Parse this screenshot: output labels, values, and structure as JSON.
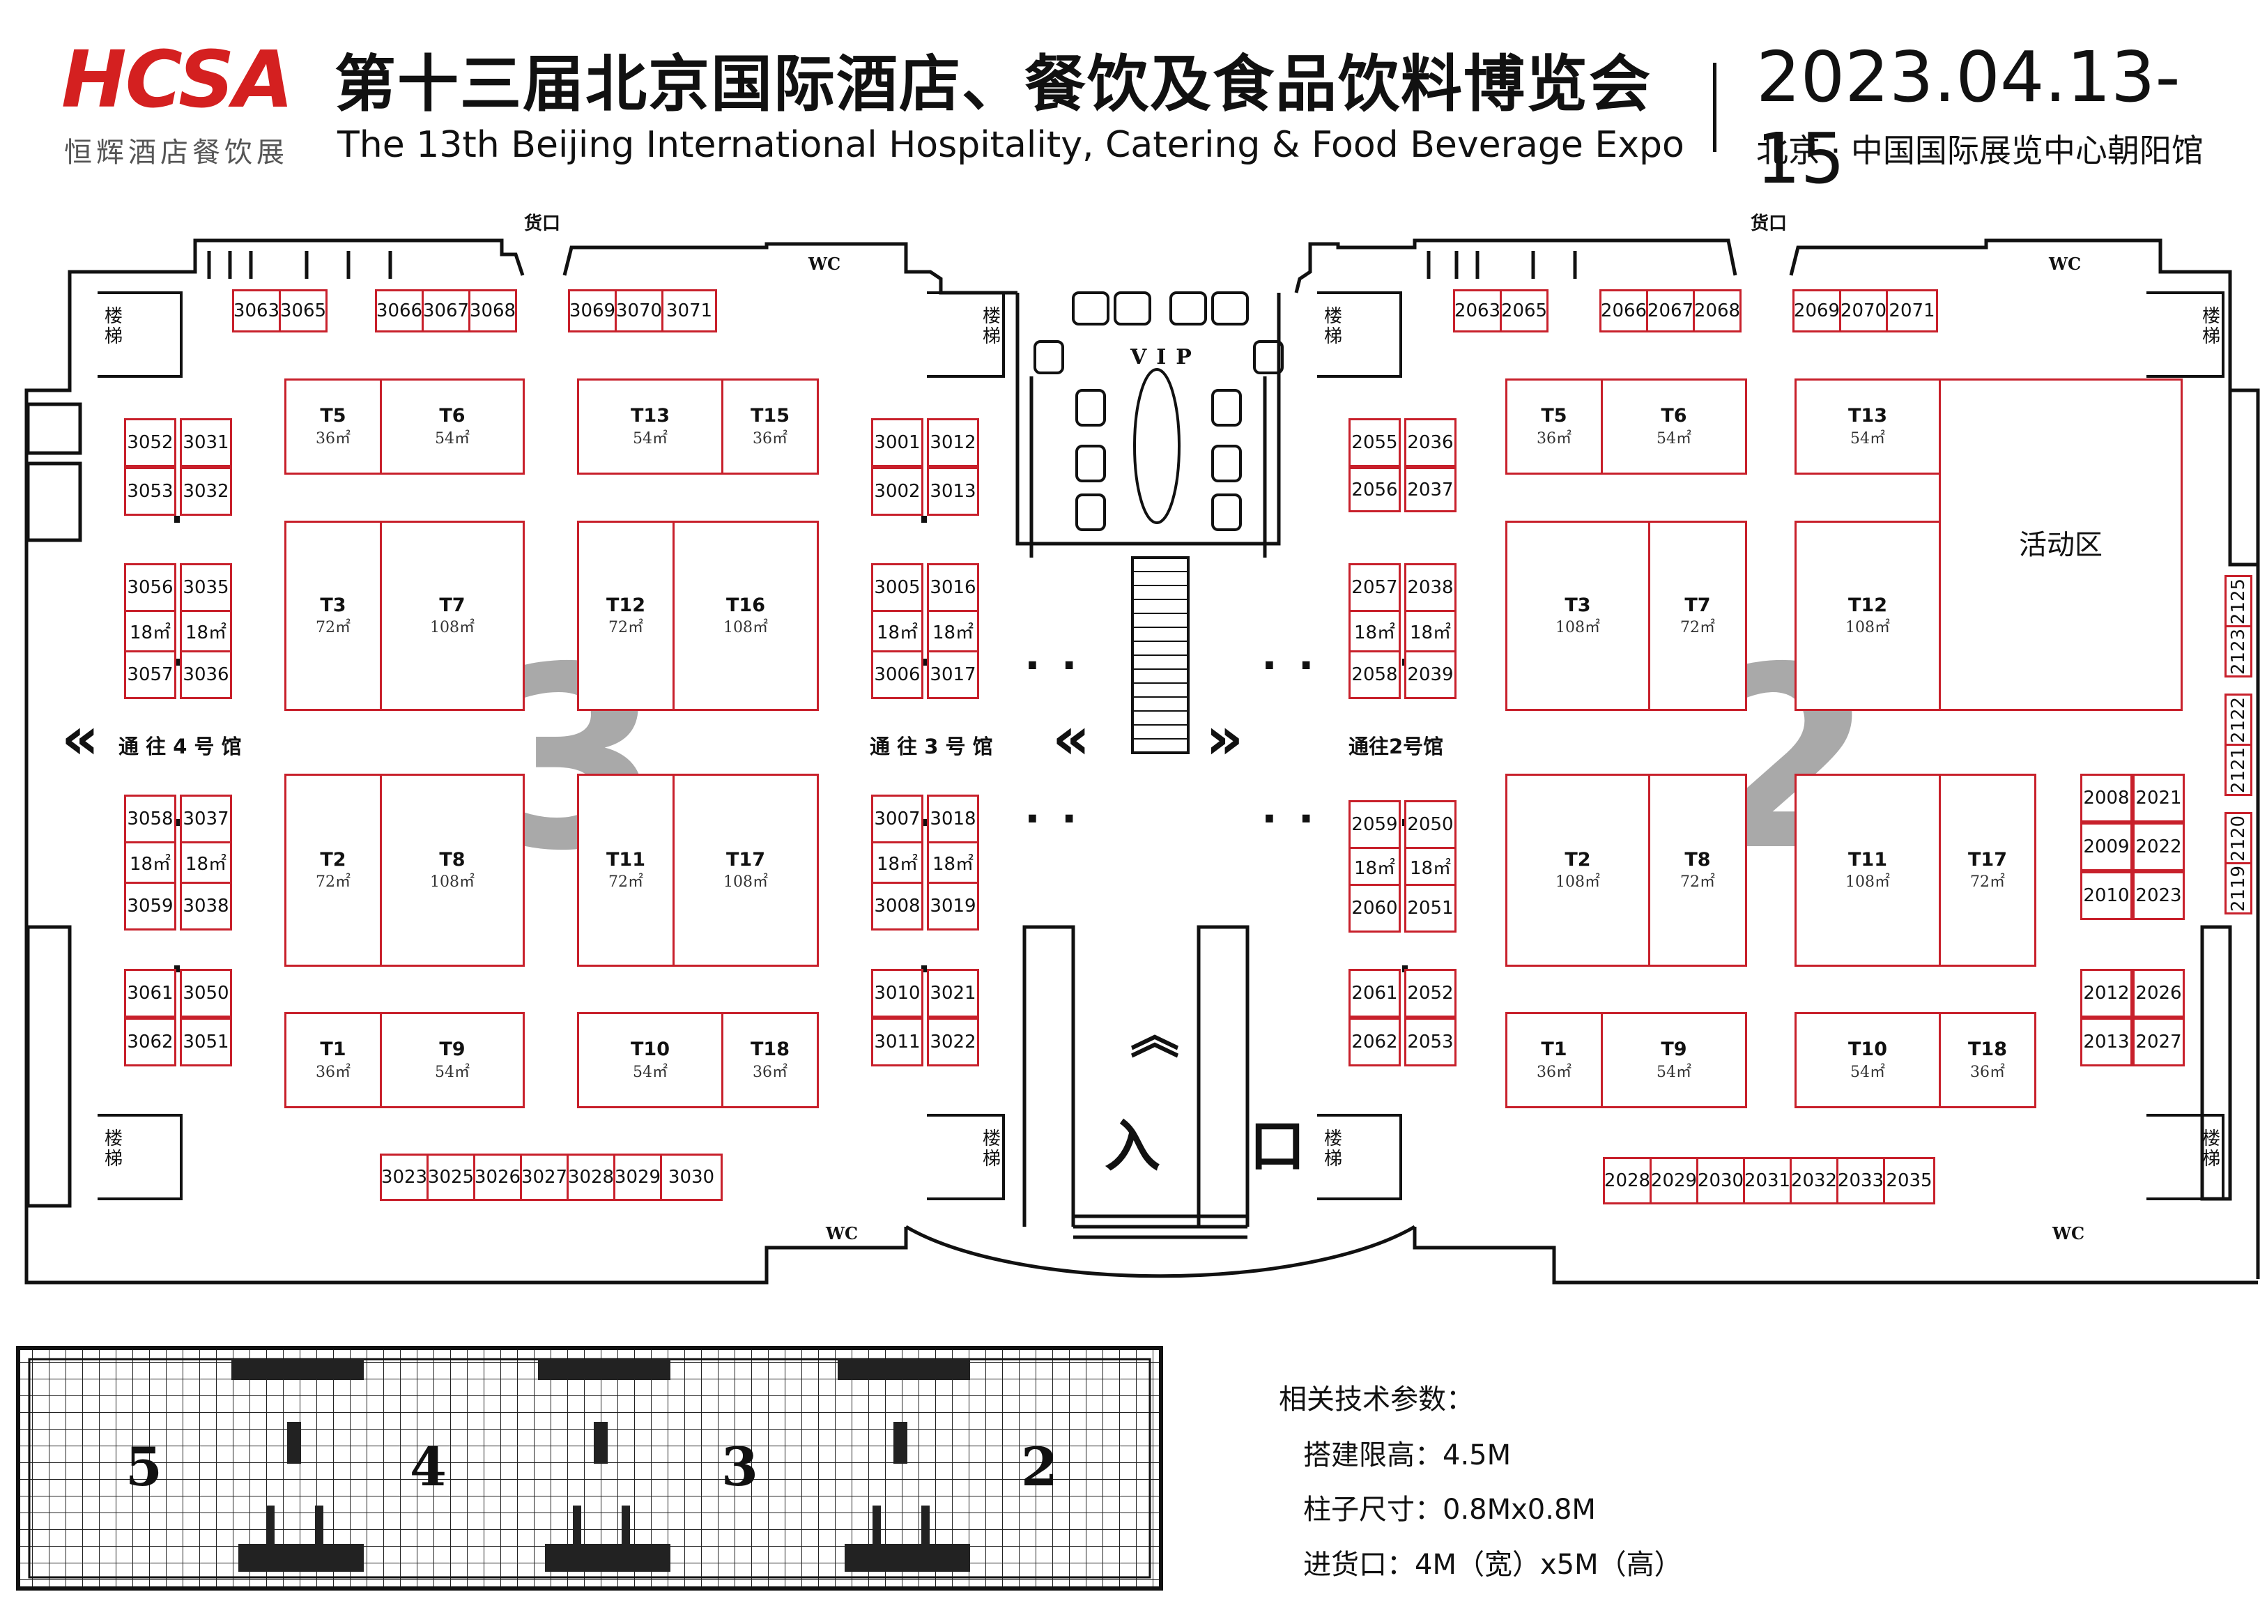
{
  "header": {
    "logo_text": "HCSA",
    "logo_subtitle": "恒辉酒店餐饮展",
    "title_cn": "第十三届北京国际酒店、餐饮及食品饮料博览会",
    "title_en": "The 13th Beijing International Hospitality, Catering & Food Beverage Expo",
    "date": "2023.04.13-15",
    "venue": "北京 · 中国国际展览中心朝阳馆"
  },
  "colors": {
    "booth_border": "#c8202b",
    "hall_number": "#a9a9a9",
    "logo": "#d42020"
  },
  "halls": [
    {
      "number": "3"
    },
    {
      "number": "2"
    }
  ],
  "labels": {
    "to_hall_4": "通 往 4 号 馆",
    "to_hall_3": "通 往 3 号 馆",
    "to_hall_2": "通往2号馆",
    "cargo_left": "货口",
    "cargo_right": "货口",
    "wc": "WC",
    "stairs": "楼梯",
    "vip": "VIP",
    "entrance": "入 口",
    "activity": "活动区",
    "arrow_left": "«",
    "arrow_right": "»",
    "arrow_up": "︽"
  },
  "hall3": {
    "big_booths": [
      {
        "id": "T5",
        "area": "36㎡"
      },
      {
        "id": "T6",
        "area": "54㎡"
      },
      {
        "id": "T13",
        "area": "54㎡"
      },
      {
        "id": "T15",
        "area": "36㎡"
      },
      {
        "id": "T3",
        "area": "72㎡"
      },
      {
        "id": "T7",
        "area": "108㎡"
      },
      {
        "id": "T12",
        "area": "72㎡"
      },
      {
        "id": "T16",
        "area": "108㎡"
      },
      {
        "id": "T2",
        "area": "72㎡"
      },
      {
        "id": "T8",
        "area": "108㎡"
      },
      {
        "id": "T11",
        "area": "72㎡"
      },
      {
        "id": "T17",
        "area": "108㎡"
      },
      {
        "id": "T1",
        "area": "36㎡"
      },
      {
        "id": "T9",
        "area": "54㎡"
      },
      {
        "id": "T10",
        "area": "54㎡"
      },
      {
        "id": "T18",
        "area": "36㎡"
      }
    ],
    "stands": [
      "3063",
      "3065",
      "3066",
      "3067",
      "3068",
      "3069",
      "3070",
      "3071",
      "3052",
      "3031",
      "3053",
      "3032",
      "3056",
      "3035",
      "18㎡",
      "18㎡",
      "3057",
      "3036",
      "3058",
      "3037",
      "18㎡",
      "18㎡",
      "3059",
      "3038",
      "3061",
      "3050",
      "3062",
      "3051",
      "3001",
      "3012",
      "3002",
      "3013",
      "3005",
      "3016",
      "18㎡",
      "18㎡",
      "3006",
      "3017",
      "3007",
      "3018",
      "18㎡",
      "18㎡",
      "3008",
      "3019",
      "3010",
      "3021",
      "3011",
      "3022",
      "3023",
      "3025",
      "3026",
      "3027",
      "3028",
      "3029",
      "3030"
    ]
  },
  "hall2": {
    "big_booths": [
      {
        "id": "T5",
        "area": "36㎡"
      },
      {
        "id": "T6",
        "area": "54㎡"
      },
      {
        "id": "T13",
        "area": "54㎡"
      },
      {
        "id": "T3",
        "area": "108㎡"
      },
      {
        "id": "T7",
        "area": "72㎡"
      },
      {
        "id": "T12",
        "area": "108㎡"
      },
      {
        "id": "T2",
        "area": "108㎡"
      },
      {
        "id": "T8",
        "area": "72㎡"
      },
      {
        "id": "T11",
        "area": "108㎡"
      },
      {
        "id": "T17",
        "area": "72㎡"
      },
      {
        "id": "T1",
        "area": "36㎡"
      },
      {
        "id": "T9",
        "area": "54㎡"
      },
      {
        "id": "T10",
        "area": "54㎡"
      },
      {
        "id": "T18",
        "area": "36㎡"
      }
    ],
    "stands": [
      "2063",
      "2065",
      "2066",
      "2067",
      "2068",
      "2069",
      "2070",
      "2071",
      "2055",
      "2036",
      "2056",
      "2037",
      "2057",
      "2038",
      "18㎡",
      "18㎡",
      "2058",
      "2039",
      "2059",
      "2050",
      "18㎡",
      "18㎡",
      "2060",
      "2051",
      "2061",
      "2052",
      "2062",
      "2053",
      "2008",
      "2021",
      "2009",
      "2022",
      "2010",
      "2023",
      "2012",
      "2026",
      "2013",
      "2027",
      "2125",
      "2123",
      "2122",
      "2121",
      "2120",
      "2119",
      "2028",
      "2029",
      "2030",
      "2031",
      "2032",
      "2033",
      "2035"
    ]
  },
  "overview": {
    "hall_numbers": [
      "5",
      "4",
      "3",
      "2"
    ]
  },
  "params": {
    "heading": "相关技术参数：",
    "height": "搭建限高：4.5M",
    "pillar": "柱子尺寸：0.8Mx0.8M",
    "cargo": "进货口：4M（宽）x5M（高）"
  }
}
